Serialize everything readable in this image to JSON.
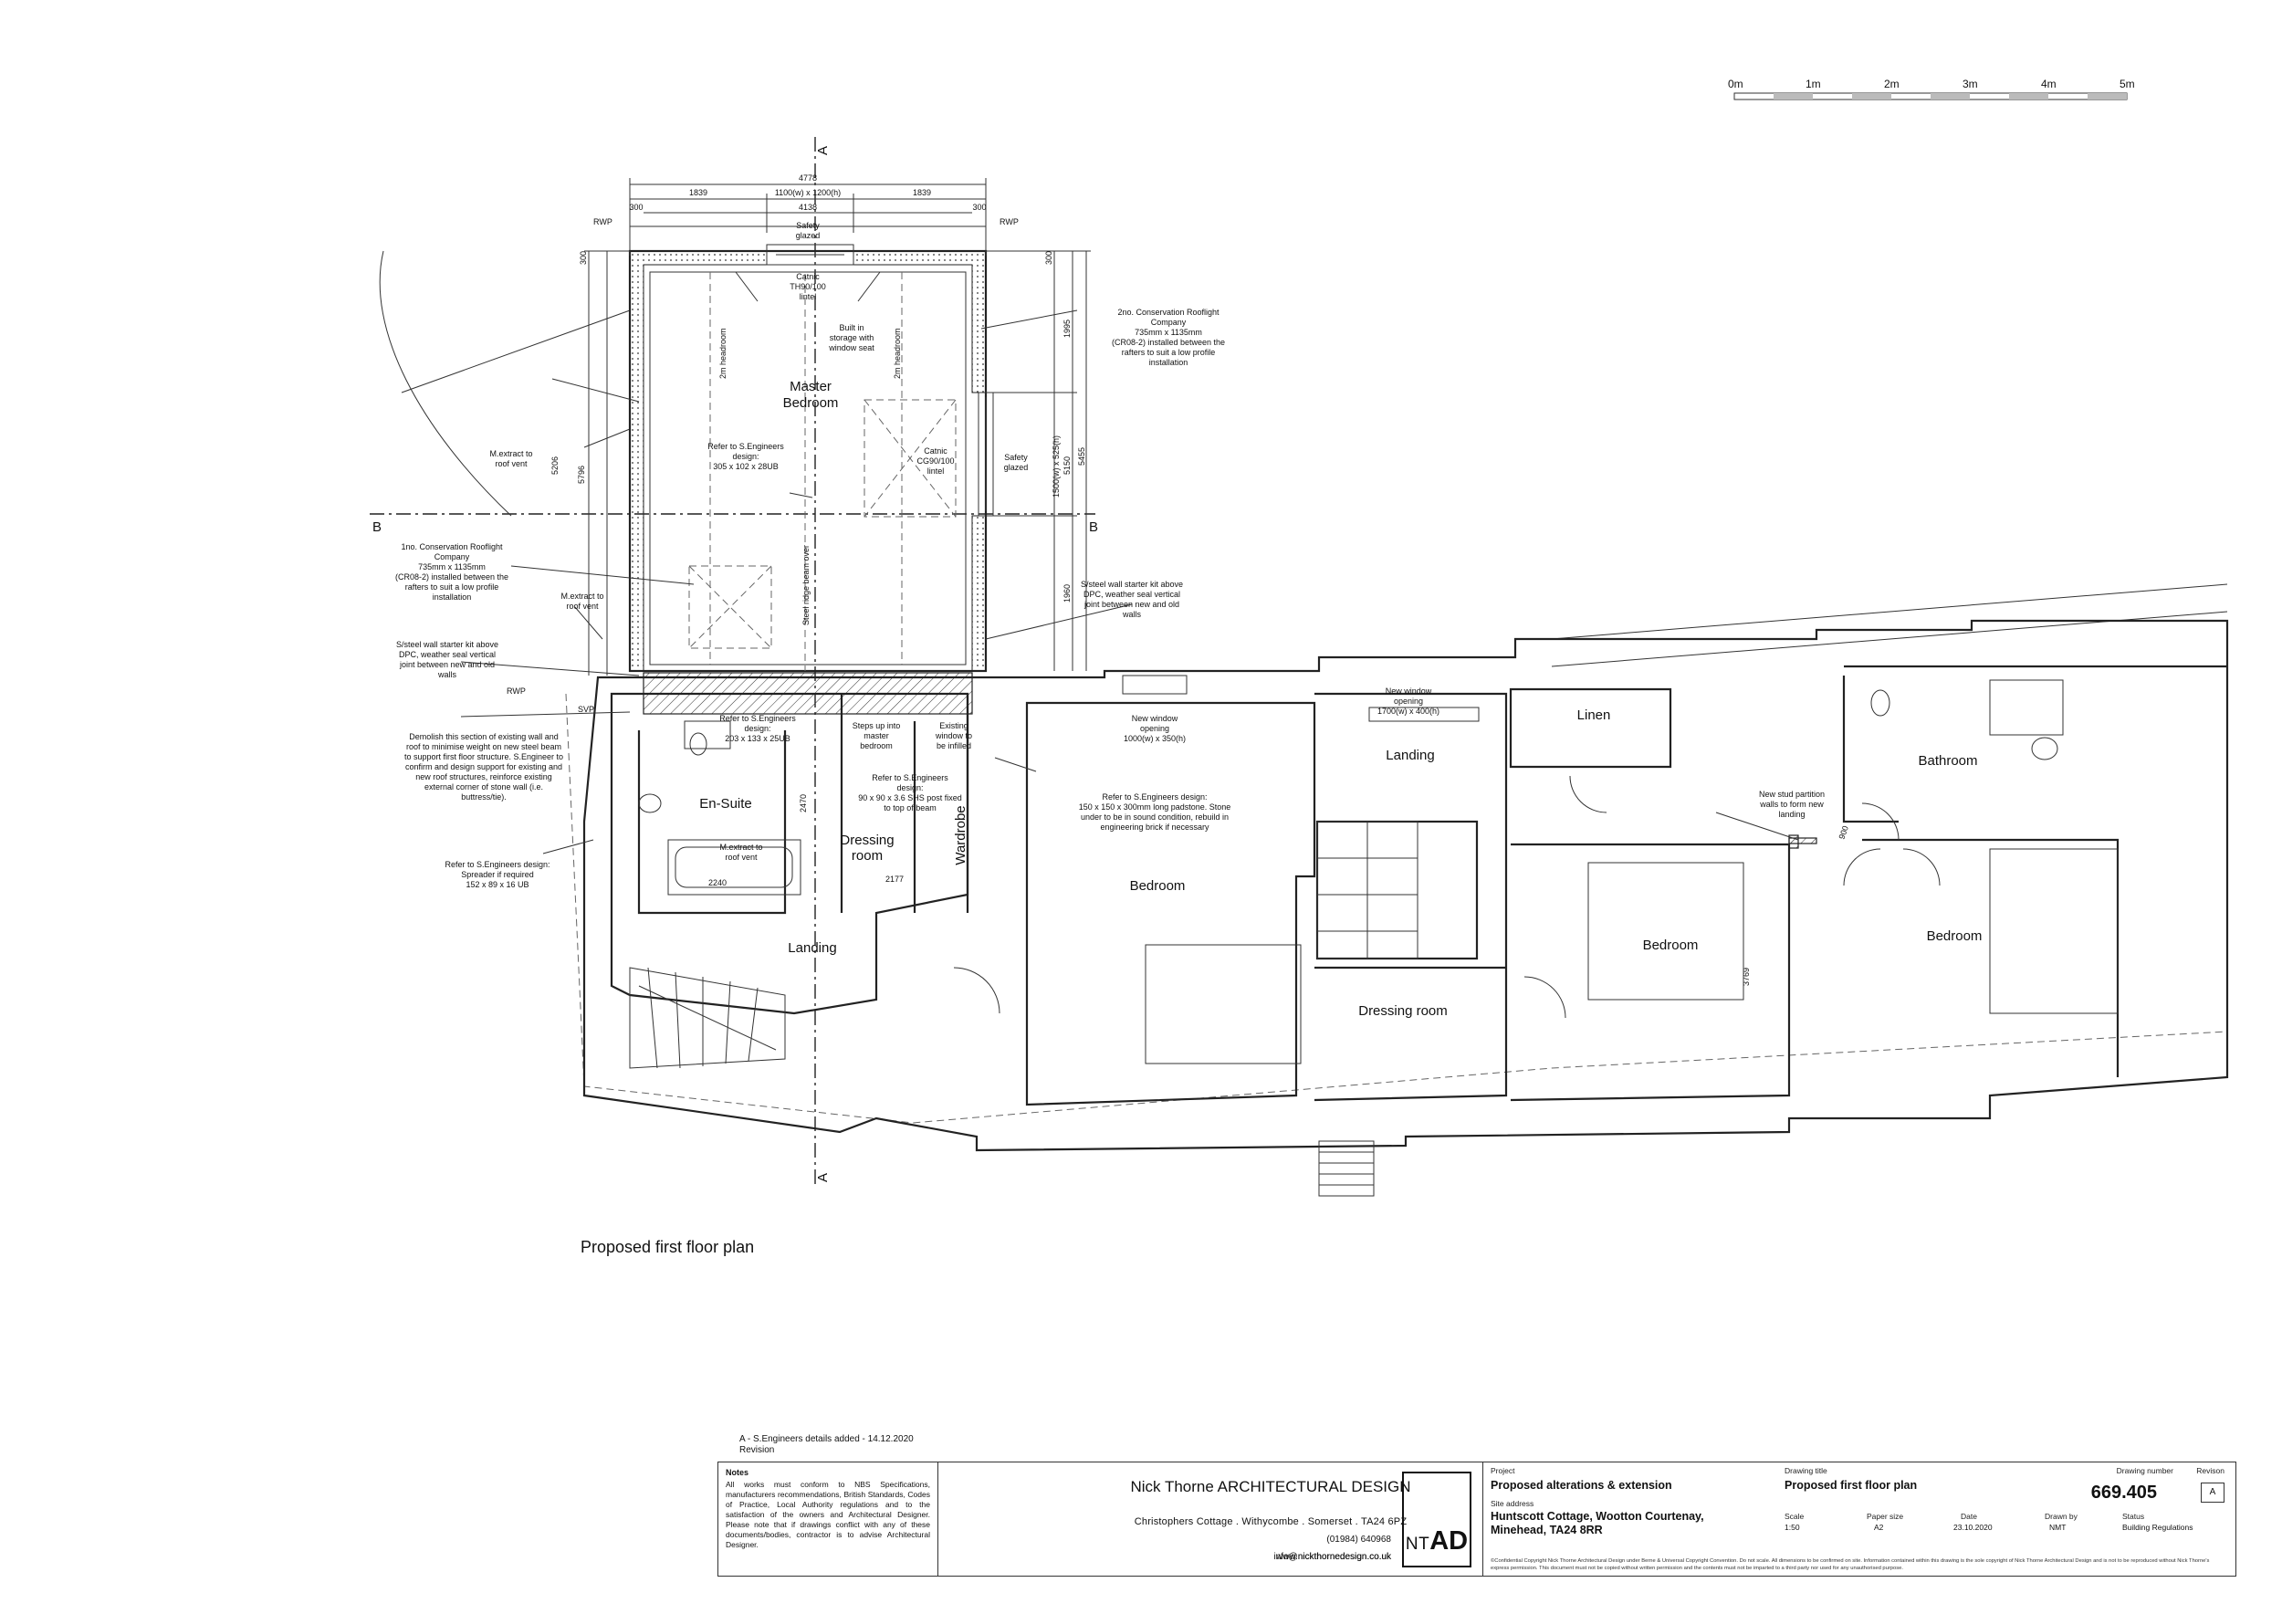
{
  "scale_bar": {
    "labels": [
      "0m",
      "1m",
      "2m",
      "3m",
      "4m",
      "5m"
    ]
  },
  "drawing": {
    "caption": "Proposed first floor plan",
    "section_marks": {
      "a": "A",
      "b": "B"
    },
    "rooms": {
      "master_bedroom_l1": "Master",
      "master_bedroom_l2": "Bedroom",
      "en_suite": "En-Suite",
      "dressing_room_l1": "Dressing",
      "dressing_room_l2": "room",
      "wardrobe": "Wardrobe",
      "landing_left": "Landing",
      "bedroom_center": "Bedroom",
      "landing_right": "Landing",
      "linen": "Linen",
      "bathroom": "Bathroom",
      "bedroom_mid": "Bedroom",
      "bedroom_right": "Bedroom",
      "dressing_room_right": "Dressing room"
    },
    "dimensions": {
      "overall": "4778",
      "inner_dim": "4138",
      "window_size": "1100(w) x 1200(h)",
      "left_seg": "1839",
      "right_seg": "1839",
      "wall_left": "300",
      "wall_right": "300",
      "left_top": "300",
      "left_1": "5206",
      "left_2": "5796",
      "right_top": "300",
      "right_1": "1995",
      "right_2": "5150",
      "right_3": "5455",
      "right_window": "1500(w) x 525(h)",
      "right_low": "1960",
      "bath_len": "2240",
      "dressing_w": "2177",
      "dressing_h": "2470",
      "bedroom_h": "3769",
      "door_w": "900"
    },
    "labels": {
      "rwp1": "RWP",
      "rwp2": "RWP",
      "rwp3": "RWP",
      "svp": "SVP",
      "safety_glazed_top_l1": "Safety",
      "safety_glazed_top_l2": "glazed",
      "catnic_top_l1": "Catnic",
      "catnic_top_l2": "TH90/100",
      "catnic_top_l3": "lintel",
      "storage_l1": "Built in",
      "storage_l2": "storage with",
      "storage_l3": "window seat",
      "headroom1": "2m headroom",
      "headroom2": "2m headroom",
      "refer_beam_l1": "Refer to S.Engineers",
      "refer_beam_l2": "design:",
      "refer_beam_l3": "305 x 102 x 28UB",
      "catnic_right_l1": "Catnic",
      "catnic_right_l2": "CG90/100",
      "catnic_right_l3": "lintel",
      "safety_glazed_right_l1": "Safety",
      "safety_glazed_right_l2": "glazed",
      "steel_ridge": "Steel ridge beam over",
      "m_extract1_l1": "M.extract to",
      "m_extract1_l2": "roof vent",
      "m_extract2_l1": "M.extract to",
      "m_extract2_l2": "roof vent",
      "m_extract3_l1": "M.extract to",
      "m_extract3_l2": "roof vent",
      "rooflight_1_l1": "1no. Conservation Rooflight",
      "rooflight_1_l2": "Company",
      "rooflight_1_l3": "735mm x 1135mm",
      "rooflight_1_l4": "(CR08-2) installed between the",
      "rooflight_1_l5": "rafters to suit a low profile",
      "rooflight_1_l6": "installation",
      "rooflight_2_l1": "2no. Conservation Rooflight",
      "rooflight_2_l2": "Company",
      "rooflight_2_l3": "735mm x 1135mm",
      "rooflight_2_l4": "(CR08-2) installed between the",
      "rooflight_2_l5": "rafters to suit a low profile",
      "rooflight_2_l6": "installation",
      "starter_kit_l_l1": "S/steel wall starter kit above",
      "starter_kit_l_l2": "DPC, weather seal vertical",
      "starter_kit_l_l3": "joint between new and old",
      "starter_kit_l_l4": "walls",
      "starter_kit_r_l1": "S/steel wall starter kit above",
      "starter_kit_r_l2": "DPC, weather seal vertical",
      "starter_kit_r_l3": "joint between new and old",
      "starter_kit_r_l4": "walls",
      "demolish_l1": "Demolish this section of existing wall and",
      "demolish_l2": "roof to minimise weight on new steel beam",
      "demolish_l3": "to support first floor structure. S.Engineer to",
      "demolish_l4": "confirm and design support for existing and",
      "demolish_l5": "new roof structures, reinforce existing",
      "demolish_l6": "external corner of stone wall (i.e.",
      "demolish_l7": "buttress/tie).",
      "refer_203_l1": "Refer to S.Engineers",
      "refer_203_l2": "design:",
      "refer_203_l3": "203 x 133 x 25UB",
      "steps_l1": "Steps up into",
      "steps_l2": "master",
      "steps_l3": "bedroom",
      "existing_window_l1": "Existing",
      "existing_window_l2": "window to",
      "existing_window_l3": "be infilled",
      "refer_post_l1": "Refer to S.Engineers",
      "refer_post_l2": "design:",
      "refer_post_l3": "90 x 90 x 3.6 SHS post fixed",
      "refer_post_l4": "to top of beam",
      "padstone_l1": "Refer to S.Engineers design:",
      "padstone_l2": "150 x 150 x 300mm long padstone. Stone",
      "padstone_l3": "under to be in sound condition, rebuild in",
      "padstone_l4": "engineering brick if necessary",
      "spreader_l1": "Refer to S.Engineers design:",
      "spreader_l2": "Spreader if required",
      "spreader_l3": "152 x 89 x 16 UB",
      "new_window_1_l1": "New window",
      "new_window_1_l2": "opening",
      "new_window_1_l3": "1000(w) x 350(h)",
      "new_window_2_l1": "New window",
      "new_window_2_l2": "opening",
      "new_window_2_l3": "1700(w) x 400(h)",
      "stud_partition_l1": "New stud partition",
      "stud_partition_l2": "walls to form new",
      "stud_partition_l3": "landing"
    }
  },
  "revision": {
    "entry": "A - S.Engineers details added - 14.12.2020",
    "label": "Revision"
  },
  "title_block": {
    "notes_heading": "Notes",
    "notes_text": "All works must conform to NBS Specifications, manufacturers recommendations, British Standards, Codes of Practice, Local Authority regulations and to the satisfaction of the owners and Architectural Designer. Please note that if drawings conflict with any of these documents/bodies, contractor is to advise Architectural Designer.",
    "company_name": "Nick Thorne ARCHITECTURAL DESIGN",
    "company_address": "Christophers Cottage . Withycombe . Somerset . TA24 6PZ",
    "company_phone": "(01984) 640968",
    "company_web": "www.nickthornedesign.co.uk",
    "company_email": "info@nickthornedesign.co.uk",
    "logo_nt": "NT",
    "logo_ad": "AD",
    "project_label": "Project",
    "project_value": "Proposed alterations & extension",
    "site_label": "Site address",
    "site_line1": "Huntscott Cottage, Wootton Courtenay,",
    "site_line2": "Minehead, TA24 8RR",
    "drawing_title_label": "Drawing title",
    "drawing_title_value": "Proposed first floor plan",
    "drawing_number_label": "Drawing number",
    "drawing_number_value": "669.405",
    "revision_label": "Revison",
    "revision_value": "A",
    "scale_label": "Scale",
    "scale_value": "1:50",
    "paper_label": "Paper size",
    "paper_value": "A2",
    "date_label": "Date",
    "date_value": "23.10.2020",
    "drawn_label": "Drawn by",
    "drawn_value": "NMT",
    "status_label": "Status",
    "status_value": "Building Regulations",
    "copyright": "©Confidential Copyright Nick Thorne Architectural Design under Berne & Universal Copyright Convention. Do not scale. All dimensions to be confirmed on site. Information contained within this drawing is the sole copyright of Nick Thorne Architectural Design and is not to be reproduced without Nick Thorne's express permission. This document must not be copied without written permission and the contents must not be imparted to a third party nor used for any unauthorised purpose."
  }
}
